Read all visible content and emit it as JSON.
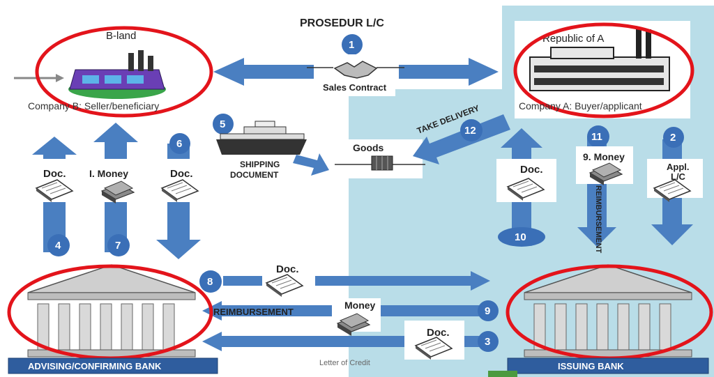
{
  "title": "PROSEDUR L/C",
  "colors": {
    "panel": "#b9dde8",
    "arrow": "#4a7fc1",
    "badge": "#3a6fb7",
    "ring": "#e3141b",
    "bank_bar": "#2f5d9e"
  },
  "b_land": "B-land",
  "republic": "Republic of A",
  "seller": "Company B: Seller/beneficiary",
  "buyer": "Company A: Buyer/applicant",
  "sales_contract": "Sales Contract",
  "shipping_doc_1": "SHIPPING",
  "shipping_doc_2": "DOCUMENT",
  "goods": "Goods",
  "take_delivery": "TAKE DELIVERY",
  "doc": "Doc.",
  "money": "Money",
  "money_left": "I. Money",
  "money_right": "9. Money",
  "appl_1": "Appl.",
  "appl_2": "L/C",
  "reimbursement": "REIMBURSEMENT",
  "reimbursement_v": "REIMBURSEMENT",
  "letter_of_credit": "Letter of Credit",
  "advising_bank": "ADVISING/CONFIRMING BANK",
  "issuing_bank": "ISSUING BANK",
  "steps": {
    "s1": "1",
    "s2": "2",
    "s3": "3",
    "s4": "4",
    "s5": "5",
    "s6": "6",
    "s7": "7",
    "s8": "8",
    "s9": "9",
    "s10": "10",
    "s11": "11",
    "s12": "12"
  },
  "icons": {
    "factory_b": "factory-icon",
    "factory_a": "factory-icon",
    "handshake": "handshake-icon",
    "ship": "ship-icon",
    "bank": "bank-building-icon",
    "document": "document-icon",
    "money": "money-icon",
    "goods": "cargo-icon"
  }
}
